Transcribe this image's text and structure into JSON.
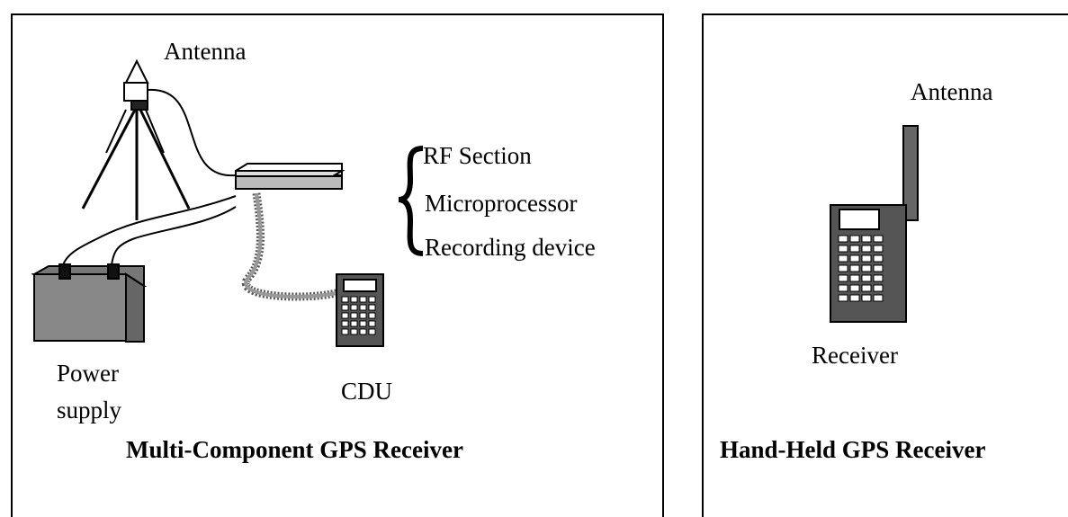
{
  "multi_component": {
    "antenna_label": "Antenna",
    "rf_section": "RF Section",
    "microprocessor": "Microprocessor",
    "recording_device": "Recording device",
    "power_label_line1": "Power",
    "power_label_line2": "supply",
    "cdu_label": "CDU",
    "caption": "Multi-Component GPS Receiver"
  },
  "hand_held": {
    "antenna_label": "Antenna",
    "receiver_label": "Receiver",
    "caption": "Hand-Held GPS Receiver"
  }
}
